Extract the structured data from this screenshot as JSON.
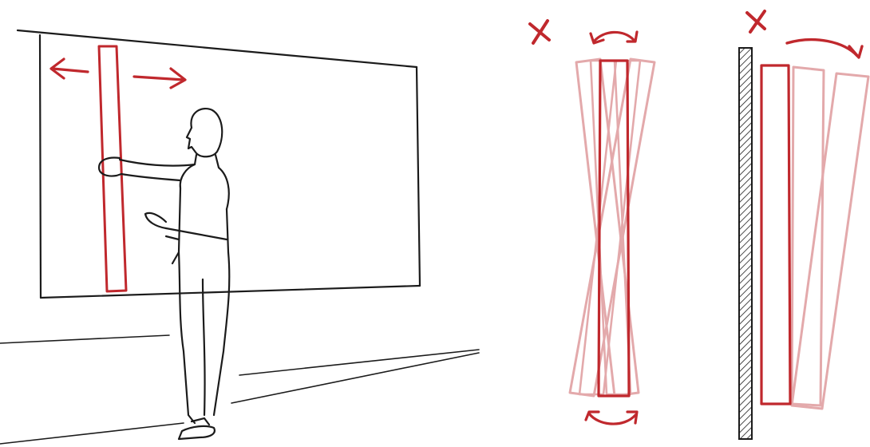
{
  "colors": {
    "ink": "#1b1b1b",
    "accent_red": "#c0282d",
    "ghost_red": "#e3a9ab",
    "background": "#ffffff"
  },
  "panels": [
    {
      "id": "usage-scene",
      "description_icons": [
        "wall-display",
        "vertical-bar",
        "left-arrow",
        "right-arrow",
        "standing-person",
        "floor-line"
      ]
    },
    {
      "id": "rotation-rejected",
      "marker": "x-mark",
      "description_icons": [
        "curved-double-arrow-top",
        "curved-double-arrow-bottom",
        "rotating-bar-ghosts"
      ]
    },
    {
      "id": "tilt-rejected",
      "marker": "x-mark",
      "description_icons": [
        "hatched-wall",
        "tilting-bar-ghosts",
        "curved-arrow-right"
      ]
    }
  ]
}
